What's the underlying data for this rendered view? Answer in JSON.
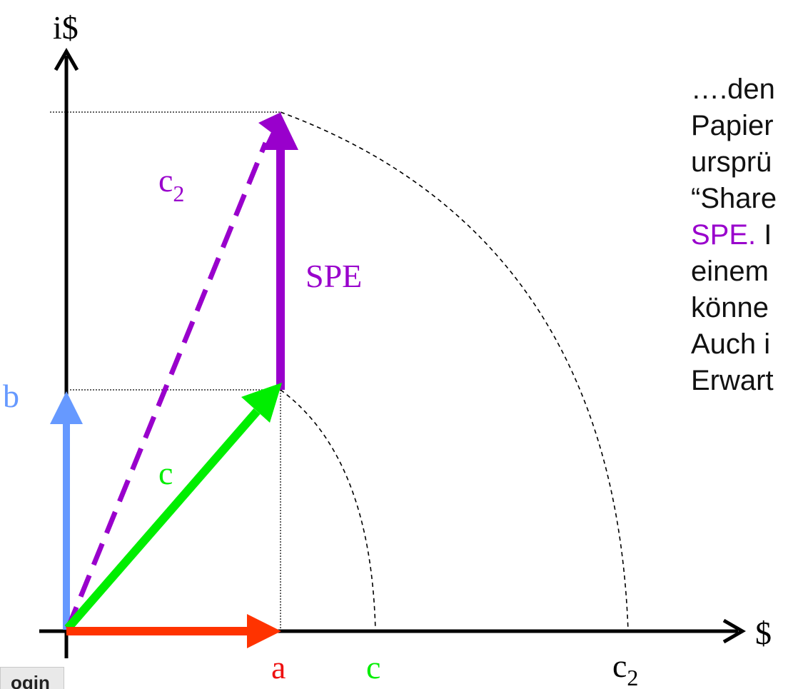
{
  "axes": {
    "y_label": "i$",
    "x_label": "$"
  },
  "labels": {
    "b": "b",
    "c_vector": "c",
    "c2_main": "c",
    "c2_sub": "2",
    "spe": "SPE",
    "x_tick_a": "a",
    "x_tick_c": "c",
    "x_tick_c2_main": "c",
    "x_tick_c2_sub": "2"
  },
  "side_text": {
    "line1": "….den",
    "line2": "Papier",
    "line3": "ursprü",
    "line4": "“Share",
    "line5_colored": "SPE.",
    "line5_rest": " I",
    "line6": "einem",
    "line7": "könne",
    "line8": "Auch i",
    "line9": "Erwart"
  },
  "login_tab": {
    "label": "ogin"
  },
  "colors": {
    "axis": "#000000",
    "blue": "#6699ff",
    "green": "#00ee00",
    "red": "#ff3300",
    "purple": "#9900cc",
    "label_red": "#ee1111",
    "dashed_arc": "#000000"
  }
}
